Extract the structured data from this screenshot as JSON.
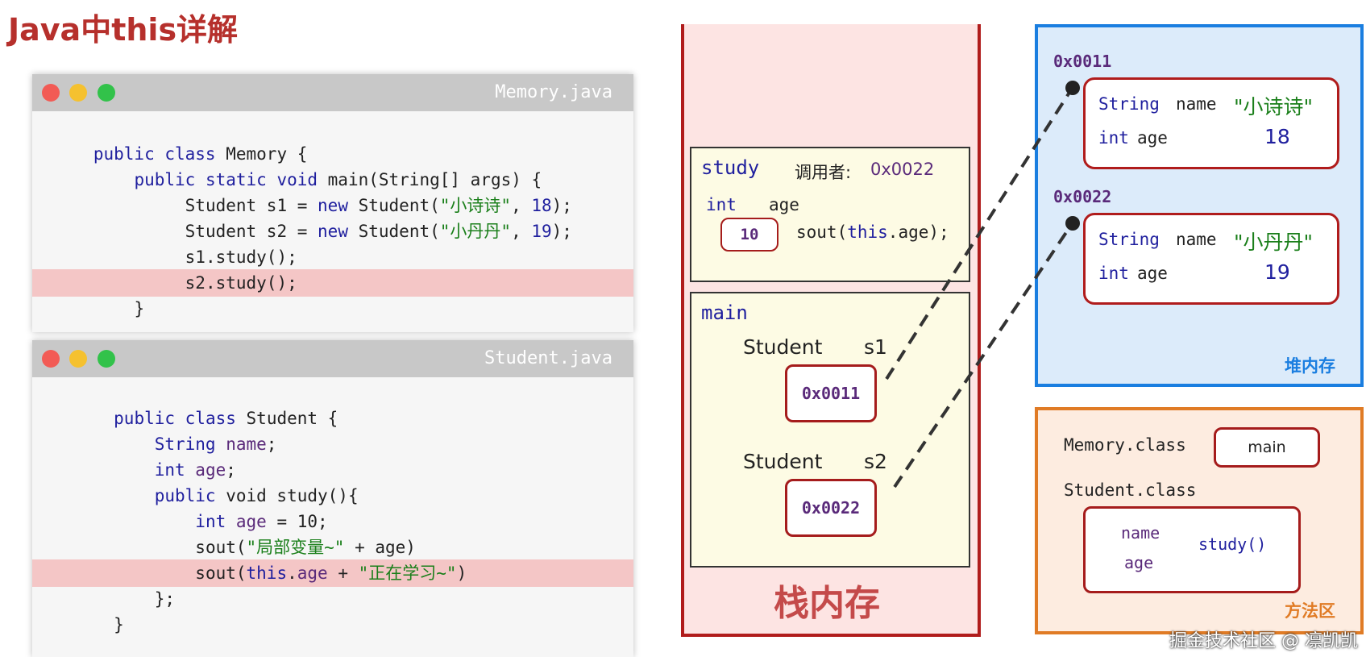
{
  "title": "Java中this详解",
  "memory_window": {
    "filename": "Memory.java",
    "lines": [
      {
        "text": ""
      },
      {
        "indent": "  ",
        "parts": [
          [
            "kw",
            "public class"
          ],
          [
            "",
            "Memory {"
          ]
        ]
      },
      {
        "indent": "      ",
        "parts": [
          [
            "kw",
            "public static void"
          ],
          [
            "",
            "main(String[] args) {"
          ]
        ]
      },
      {
        "indent": "           ",
        "parts": [
          [
            "",
            "Student s1 = "
          ],
          [
            "kw",
            "new"
          ],
          [
            "",
            "Student("
          ],
          [
            "st",
            "\"小诗诗\""
          ],
          [
            "",
            ", "
          ],
          [
            "nm",
            "18"
          ],
          [
            "",
            ");"
          ]
        ]
      },
      {
        "indent": "           ",
        "parts": [
          [
            "",
            "Student s2 = "
          ],
          [
            "kw",
            "new"
          ],
          [
            "",
            "Student("
          ],
          [
            "st",
            "\"小丹丹\""
          ],
          [
            "",
            ", "
          ],
          [
            "nm",
            "19"
          ],
          [
            "",
            ");"
          ]
        ]
      },
      {
        "indent": "           ",
        "parts": [
          [
            "",
            "s1.study();"
          ]
        ]
      },
      {
        "indent": "           ",
        "parts": [
          [
            "",
            "s2.study();"
          ]
        ],
        "highlight": true
      },
      {
        "indent": "      ",
        "parts": [
          [
            "",
            "}"
          ]
        ]
      }
    ]
  },
  "student_window": {
    "filename": "Student.java",
    "lines": [
      {
        "text": ""
      },
      {
        "indent": "    ",
        "parts": [
          [
            "kw",
            "public class"
          ],
          [
            "",
            "Student {"
          ]
        ]
      },
      {
        "indent": "        ",
        "parts": [
          [
            "kw",
            "String"
          ],
          [
            "fd",
            " name"
          ],
          [
            "",
            ";"
          ]
        ]
      },
      {
        "indent": "        ",
        "parts": [
          [
            "kw",
            "int"
          ],
          [
            "fd",
            " age"
          ],
          [
            "",
            ";"
          ]
        ]
      },
      {
        "indent": "        ",
        "parts": [
          [
            "kw",
            "public"
          ],
          [
            "",
            " void study(){"
          ]
        ]
      },
      {
        "indent": "            ",
        "parts": [
          [
            "kw",
            "int"
          ],
          [
            "fd",
            " age"
          ],
          [
            "",
            " = 10;"
          ]
        ]
      },
      {
        "indent": "            ",
        "parts": [
          [
            "",
            "sout("
          ],
          [
            "st",
            "\"局部变量~\""
          ],
          [
            "",
            " + age)"
          ]
        ]
      },
      {
        "indent": "            ",
        "parts": [
          [
            "",
            "sout("
          ],
          [
            "kw",
            "this"
          ],
          [
            "",
            "."
          ],
          [
            "fd",
            "age"
          ],
          [
            "",
            " + "
          ],
          [
            "st",
            "\"正在学习~\""
          ],
          [
            "",
            ")"
          ]
        ],
        "highlight": true
      },
      {
        "indent": "        ",
        "parts": [
          [
            "",
            "};"
          ]
        ]
      },
      {
        "indent": "    ",
        "parts": [
          [
            "",
            "}"
          ]
        ]
      }
    ]
  },
  "stack": {
    "label": "栈内存",
    "study_frame": {
      "name": "study",
      "caller_label": "调用者:",
      "caller_value": "0x0022",
      "var_type": "int",
      "var_name": "age",
      "var_value": "10",
      "statement_prefix": "sout(",
      "statement_this": "this",
      "statement_suffix": ".age);"
    },
    "main_frame": {
      "name": "main",
      "var1_type": "Student",
      "var1_name": "s1",
      "var1_value": "0x0011",
      "var2_type": "Student",
      "var2_name": "s2",
      "var2_value": "0x0022"
    }
  },
  "heap": {
    "label": "堆内存",
    "objects": [
      {
        "address": "0x0011",
        "field1_type": "String",
        "field1_name": "name",
        "field1_value": "\"小诗诗\"",
        "field2_type": "int",
        "field2_name": "age",
        "field2_value": "18"
      },
      {
        "address": "0x0022",
        "field1_type": "String",
        "field1_name": "name",
        "field1_value": "\"小丹丹\"",
        "field2_type": "int",
        "field2_name": "age",
        "field2_value": "19"
      }
    ]
  },
  "method_area": {
    "label": "方法区",
    "memory_class": "Memory.class",
    "memory_method": "main",
    "student_class": "Student.class",
    "student_fields": [
      "name",
      "age"
    ],
    "student_method": "study()"
  },
  "watermark": "掘金技术社区 @ 凛凯凯",
  "colors": {
    "title": "#b6302c",
    "stack_bg": "#fde4e3",
    "stack_border": "#b01c1c",
    "heap_bg": "#dcebfa",
    "heap_border": "#1a7ee0",
    "method_bg": "#fdece0",
    "method_border": "#e07b25",
    "highlight": "#f4c6c6"
  }
}
